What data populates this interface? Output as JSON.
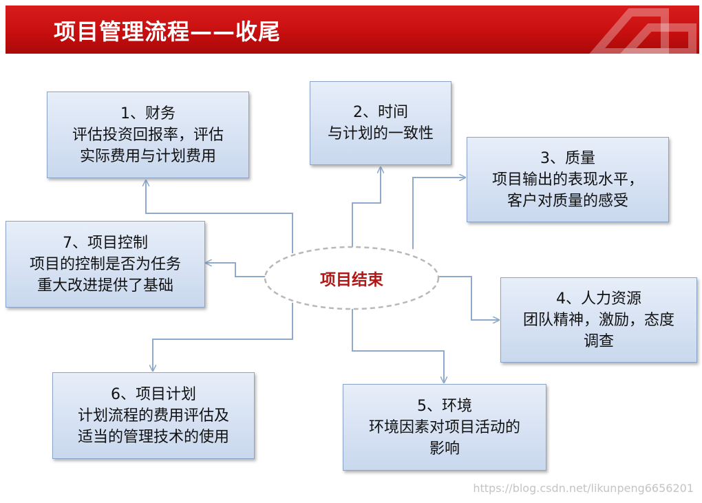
{
  "header": {
    "title": "项目管理流程——收尾"
  },
  "center": {
    "label": "项目结束"
  },
  "boxes": [
    {
      "number": "1、财务",
      "lines": [
        "评估投资回报率，评估",
        "实际费用与计划费用"
      ]
    },
    {
      "number": "2、时间",
      "lines": [
        "与计划的一致性"
      ]
    },
    {
      "number": "3、质量",
      "lines": [
        "项目输出的表现水平，",
        "客户对质量的感受"
      ]
    },
    {
      "number": "4、人力资源",
      "lines": [
        "团队精神，激励，态度",
        "调查"
      ]
    },
    {
      "number": "5、环境",
      "lines": [
        "环境因素对项目活动的",
        "影响"
      ]
    },
    {
      "number": "6、项目计划",
      "lines": [
        "计划流程的费用评估及",
        "适当的管理技术的使用"
      ]
    },
    {
      "number": "7、项目控制",
      "lines": [
        "项目的控制是否为任务",
        "重大改进提供了基础"
      ]
    }
  ],
  "watermark": "https://blog.csdn.net/likunpeng6656201",
  "colors": {
    "banner_red": "#c80f0f",
    "box_fill_top": "#e7eef9",
    "box_fill_bottom": "#c9d8ee",
    "box_border": "#8aa4c8",
    "connector": "#8fa9cc",
    "center_text": "#b01818",
    "ellipse_border": "#b8b8b8"
  }
}
